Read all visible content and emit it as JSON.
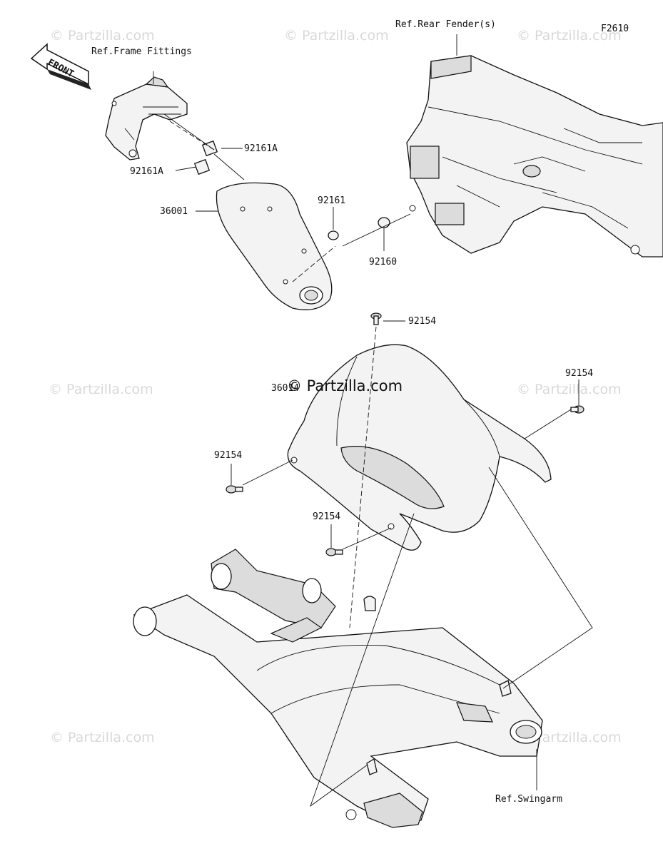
{
  "figure_code": "F2610",
  "watermark_text": "© Partzilla.com",
  "watermark_center": "© Partzilla.com",
  "front_arrow_label": "FRONT",
  "labels": {
    "ref_frame_fittings": "Ref.Frame Fittings",
    "ref_rear_fender": "Ref.Rear Fender(s)",
    "ref_swingarm": "Ref.Swingarm",
    "p92161A_upper": "92161A",
    "p92161A_lower": "92161A",
    "p36001": "36001",
    "p92161": "92161",
    "p92160": "92160",
    "p92154_top": "92154",
    "p92154_right": "92154",
    "p92154_left": "92154",
    "p92154_mid": "92154",
    "p36014": "36014"
  }
}
